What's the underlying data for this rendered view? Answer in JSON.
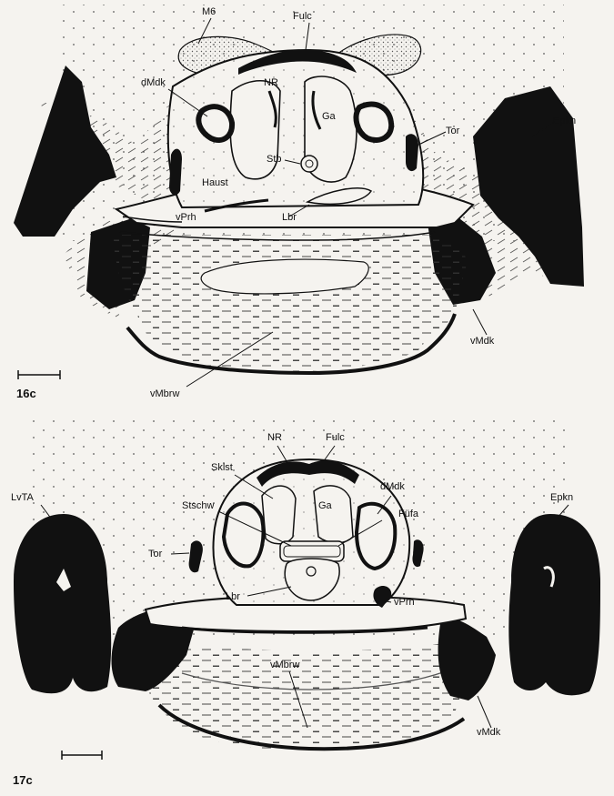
{
  "figures": [
    {
      "number": "16c",
      "labels": {
        "m6": "M6",
        "fulc": "Fulc",
        "dmdk": "dMdk",
        "nr": "NR",
        "ga": "Ga",
        "tor": "Tor",
        "epkn": "Epkn",
        "stb": "Stb",
        "haust": "Haust",
        "vprh": "vPrh",
        "lbr": "Lbr",
        "vmdk": "vMdk",
        "vmbrw": "vMbrw"
      }
    },
    {
      "number": "17c",
      "labels": {
        "nr": "NR",
        "fulc": "Fulc",
        "sklst": "Sklst",
        "dmdk": "dMdk",
        "stschw": "Stschw",
        "ga": "Ga",
        "fufa": "Füfa",
        "lvta": "LvTA",
        "epkn": "Epkn",
        "tor": "Tor",
        "lbr": "Lbr",
        "vprh": "vPrh",
        "vmbrw": "vMbrw",
        "vmdk": "vMdk"
      }
    }
  ],
  "colors": {
    "ink": "#111111",
    "paper": "#f5f3ef"
  }
}
